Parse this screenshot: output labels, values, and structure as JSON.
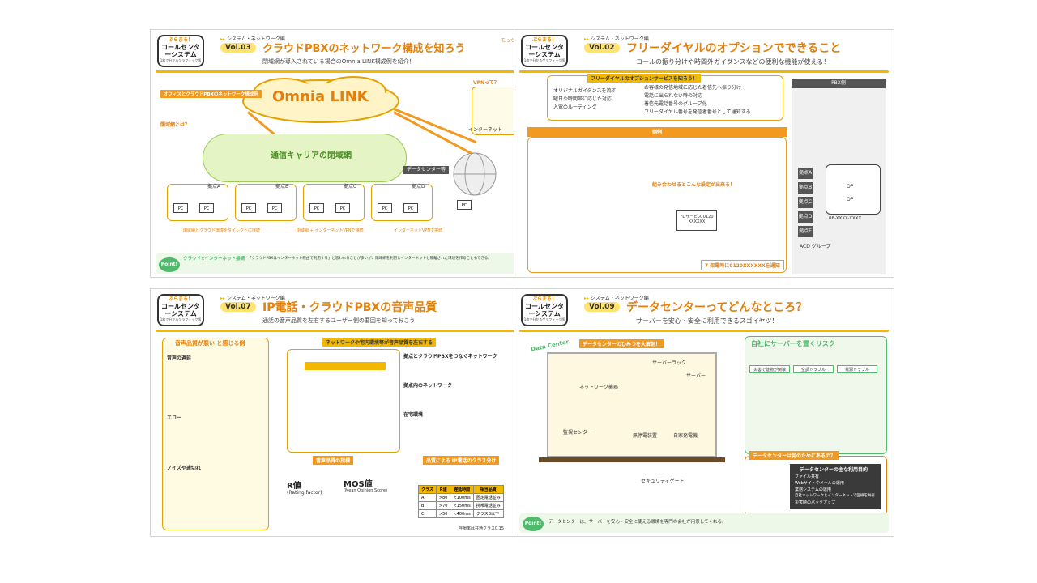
{
  "badge": {
    "top": "ぷらまる！",
    "main": "コールセンターシステム",
    "bottom": "1枚で分かるグラフィック版"
  },
  "series_label": "システム・ネットワーク編",
  "mascot_label": "モっち",
  "colors": {
    "accent": "#e4800a",
    "yellow": "#f2b800",
    "green": "#4fb96c",
    "dark": "#555555"
  },
  "panels": [
    {
      "vol": "Vol.03",
      "title": "クラウドPBXのネットワーク構成を知ろう",
      "subtitle": "閉域網が導入されている場合のOmnia LINK構成例を紹介！",
      "header_label": "オフィスとクラウドPBXのネットワーク構成例",
      "cloud_label": "Omnia LINK",
      "carrier_label": "通信キャリアの閉域網",
      "datacenter_label": "データセンター等",
      "internet_label": "インターネット",
      "vpn_label": "VPNって？",
      "closed_label": "閉域網とは？",
      "site_labels": [
        "拠点A",
        "拠点B",
        "拠点C",
        "拠点D"
      ],
      "pc_label": "PC",
      "conn_labels": [
        "閉域網とクラウド環境をダイレクトに接続",
        "閉域網 + インターネットVPNで接続",
        "インターネットVPNで接続"
      ],
      "point_label": "Point!",
      "point_title": "クラウド×インターネット接続",
      "point_text": "「クラウドPBXはインターネット経由で利用する」と思われることが多いが、閉域網を利用しインターネットと隔離された環境を作ることもできる。"
    },
    {
      "vol": "Vol.02",
      "title": "フリーダイヤルのオプションでできること",
      "subtitle": "コールの振り分けや時間外ガイダンスなどの便利な機能が使える！",
      "options_title": "フリーダイヤルのオプションサービスを知ろう！",
      "options": [
        "オリジナルガイダンスを流す",
        "曜日や時間帯に応じた対応",
        "入電のルーティング",
        "お客様の発信地域に応じた着信先へ振り分け",
        "電話に出られない時の対応",
        "着信先電話番号のグループ化",
        "フリーダイヤル番号を発信者番号として通知する"
      ],
      "example_label": "例例",
      "pbx_label": "PBX側",
      "combo_label": "組み合わせるとこんな設定が出来る！",
      "fd_service": "FDサービス 0120 XXXXXX",
      "site_labels": [
        "拠点A",
        "拠点B",
        "拠点C",
        "拠点D",
        "拠点E"
      ],
      "op_label": "OP",
      "phone_number": "06-XXXX-XXXX",
      "acd_label": "ACD グループ",
      "notify_label": "7 架電時に0120XXXXXXを通知"
    },
    {
      "vol": "Vol.07",
      "title": "IP電話・クラウドPBXの音声品質",
      "subtitle": "通話の音声品質を左右するユーザー側の要因を知っておこう",
      "bad_label": "音声品質が悪い と感じる例",
      "examples": [
        "音声の遅延",
        "エコー",
        "ノイズや途切れ"
      ],
      "network_title": "ネットワークや宅内環境等が音声品質を左右する",
      "factors": [
        "拠点とクラウドPBXをつなぐネットワーク",
        "拠点内のネットワーク",
        "在宅環境"
      ],
      "indicator_title": "音声品質の指標",
      "r_label": "R値",
      "r_sub": "(Rating factor)",
      "mos_label": "MOS値",
      "mos_sub": "(Mean Opinion Score)",
      "class_title": "品質による IP電話のクラス分け",
      "table_headers": [
        "クラス",
        "R値",
        "遅延時間",
        "相当品質"
      ],
      "table_rows": [
        [
          "A",
          ">80",
          "<100ms",
          "固定電話並み"
        ],
        [
          "B",
          ">70",
          "<150ms",
          "携帯電話並み"
        ],
        [
          "C",
          ">50",
          "<400ms",
          "クラスB以下"
        ]
      ],
      "table_note": "呼損率は共通クラス0.15"
    },
    {
      "vol": "Vol.09",
      "title": "データセンターってどんなところ？",
      "subtitle": "サーバーを安心・安全に利用できるスゴイヤツ！",
      "dc_label": "Data Center",
      "secret_title": "データセンターのひみつを大解剖！",
      "room_labels": [
        "サーバーラック",
        "サーバー",
        "ネットワーク機器",
        "監視センター",
        "無停電装置",
        "自家発電機",
        "セキュリティゲート"
      ],
      "risk_title": "自社にサーバーを置くリスク",
      "risks": [
        "災害で建物が倒壊",
        "空調トラブル",
        "電源トラブル"
      ],
      "purpose_title": "データセンターは何のためにあるの？",
      "purposes_title": "データセンターの主な利用目的",
      "purposes": [
        "ファイル共有",
        "Webサイトやメールの運用",
        "業務システムの運用",
        "自社ネットワークとインターネットで回線を共有",
        "災害時のバックアップ"
      ],
      "point_label": "Point!",
      "point_text": "データセンターは、サーバーを安心・安全に使える環境を専門の会社が用意してくれる。"
    }
  ]
}
